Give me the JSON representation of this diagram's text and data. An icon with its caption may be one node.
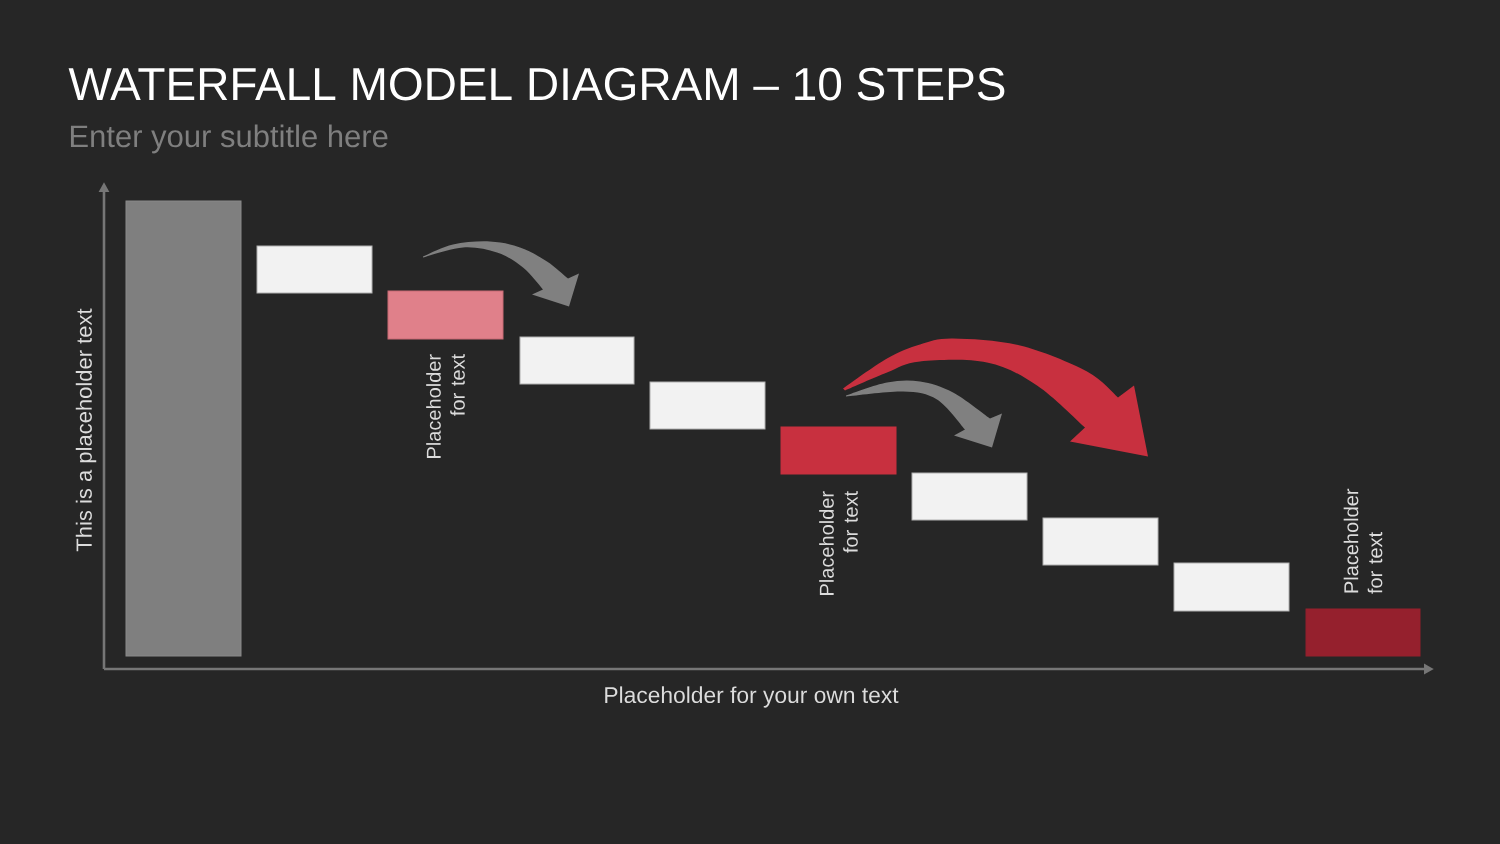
{
  "diagram": {
    "title": "WATERFALL MODEL DIAGRAM – 10 STEPS",
    "nodes": [
      {
        "text": [],
        "shape": "bar"
      },
      {
        "text": [],
        "shape": "bar"
      },
      {
        "text": [],
        "shape": "bar",
        "beside": [
          "Placeholder for text"
        ]
      },
      {
        "text": [],
        "shape": "bar"
      },
      {
        "text": [],
        "shape": "bar"
      },
      {
        "text": [],
        "shape": "bar",
        "beside": [
          "Placeholder for text"
        ]
      },
      {
        "text": [],
        "shape": "bar"
      },
      {
        "text": [],
        "shape": "bar"
      },
      {
        "text": [],
        "shape": "bar"
      },
      {
        "text": [],
        "shape": "bar",
        "beside": [
          "Placeholder for text"
        ]
      }
    ],
    "edges": [
      {
        "from": 2,
        "to": 3,
        "arrow": "to"
      },
      {
        "from": 5,
        "to": 7,
        "arrow": "to",
        "color": "#c8303f"
      },
      {
        "from": 5,
        "to": 6,
        "arrow": "to"
      }
    ],
    "labels": [
      "Enter your subtitle here",
      "This is a placeholder text",
      "Placeholder for your own text"
    ]
  }
}
